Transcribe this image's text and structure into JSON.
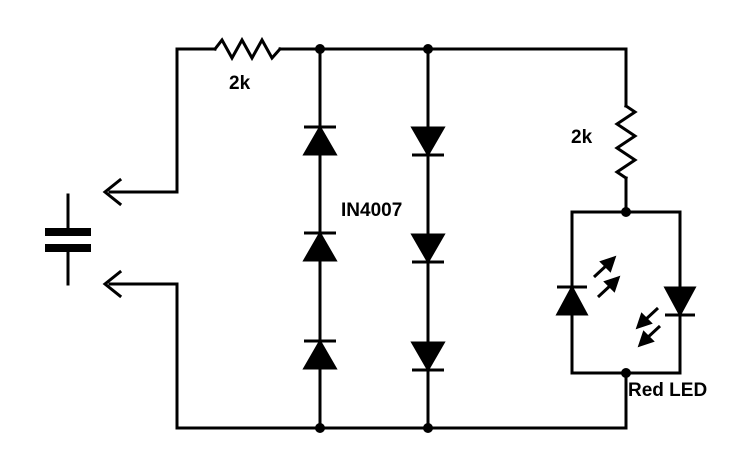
{
  "labels": {
    "r1": "2k",
    "r2": "2k",
    "diode": "IN4007",
    "led": "Red LED"
  },
  "colors": {
    "wire": "#000000",
    "background": "#ffffff"
  }
}
